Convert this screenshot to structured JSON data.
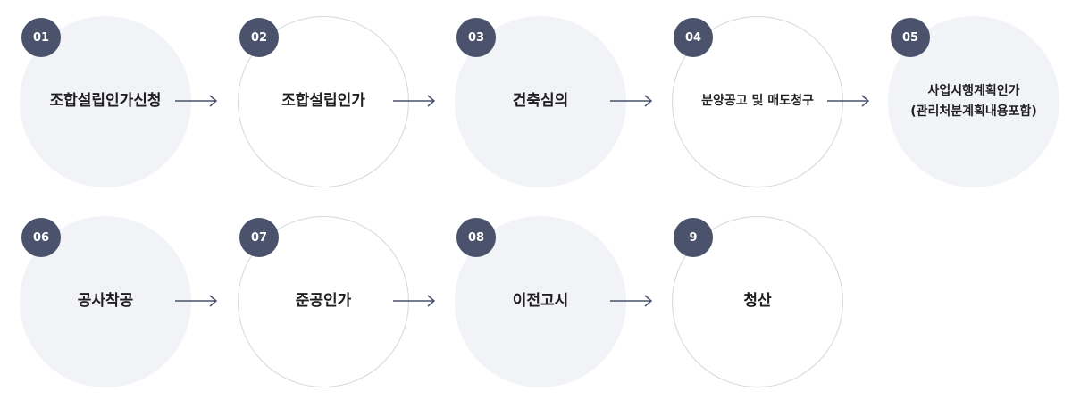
{
  "steps": [
    {
      "num": "01",
      "label": "조합설립인가신청"
    },
    {
      "num": "02",
      "label": "조합설립인가"
    },
    {
      "num": "03",
      "label": "건축심의"
    },
    {
      "num": "04",
      "label": "분양공고 및 매도청구"
    },
    {
      "num": "05",
      "label_line1": "사업시행계획인가",
      "label_line2": "(관리처분계획내용포함)"
    },
    {
      "num": "06",
      "label": "공사착공"
    },
    {
      "num": "07",
      "label": "준공인가"
    },
    {
      "num": "08",
      "label": "이전고시"
    },
    {
      "num": "9",
      "label": "청산"
    }
  ],
  "colors": {
    "badge": "#4a526c",
    "circle_fill": "#f2f3f7",
    "circle_border": "#d5d7de",
    "arrow": "#4a526c"
  }
}
